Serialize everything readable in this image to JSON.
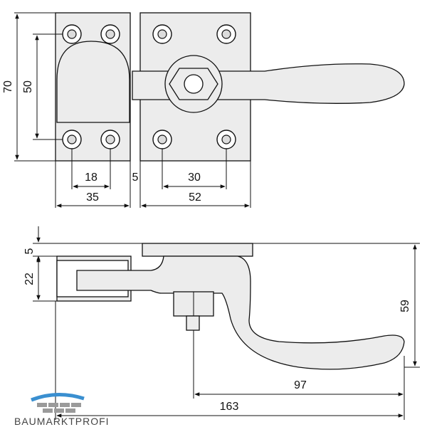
{
  "dimensions": {
    "top_height_total": "70",
    "top_hole_spacing_vertical": "50",
    "left_hole_spacing": "18",
    "gap": "5",
    "right_hole_spacing": "30",
    "left_plate_width": "35",
    "right_plate_width": "52",
    "side_plate_thickness": "5",
    "side_block_height": "22",
    "side_total_height": "59",
    "lever_reach": "97",
    "overall_length": "163"
  },
  "brand": {
    "name": "BAUMARKTPROFI",
    "colors": {
      "blue": "#3a8fd0",
      "gray": "#9a9a9a"
    }
  }
}
